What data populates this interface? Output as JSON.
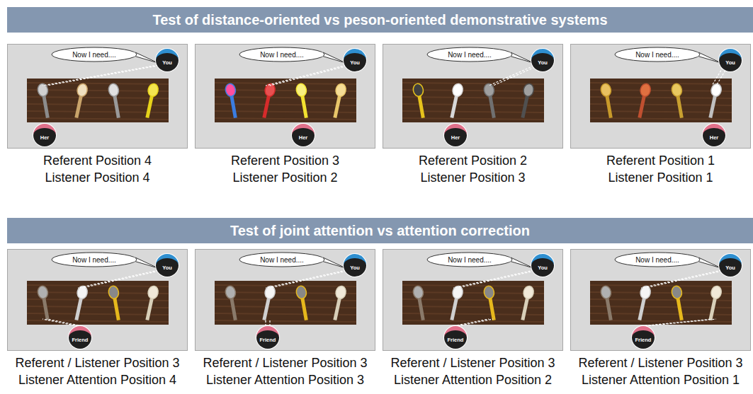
{
  "diagram": {
    "nodes": [
      {
        "text": [
          "Test of distance-oriented vs peson-oriented demonstrative systems"
        ]
      },
      {
        "text": [
          "Referent Position 4",
          "Listener Position 4"
        ]
      },
      {
        "text": [
          "Now I need...."
        ],
        "in": 1
      },
      {
        "text": [
          "You"
        ],
        "in": 1
      },
      {
        "text": [
          "Her"
        ],
        "in": 1
      },
      {
        "text": [
          "Referent Position 3",
          "Listener Position 2"
        ]
      },
      {
        "text": [
          "Now I need...."
        ],
        "in": 5
      },
      {
        "text": [
          "You"
        ],
        "in": 5
      },
      {
        "text": [
          "Her"
        ],
        "in": 5
      },
      {
        "text": [
          "Referent Position 2",
          "Listener Position 3"
        ]
      },
      {
        "text": [
          "Now I need...."
        ],
        "in": 9
      },
      {
        "text": [
          "You"
        ],
        "in": 9
      },
      {
        "text": [
          "Her"
        ],
        "in": 9
      },
      {
        "text": [
          "Referent Position 1",
          "Listener Position 1"
        ]
      },
      {
        "text": [
          "Now I need...."
        ],
        "in": 13
      },
      {
        "text": [
          "You"
        ],
        "in": 13
      },
      {
        "text": [
          "Her"
        ],
        "in": 13
      },
      {
        "text": [
          "Test of joint attention vs attention correction"
        ]
      },
      {
        "text": [
          "Referent / Listener Position 3",
          "Listener Attention Position 4"
        ]
      },
      {
        "text": [
          "Now I need...."
        ],
        "in": 18
      },
      {
        "text": [
          "You"
        ],
        "in": 18
      },
      {
        "text": [
          "Friend"
        ],
        "in": 18
      },
      {
        "text": [
          "Referent / Listener Position 3",
          "Listener Attention Position 3"
        ]
      },
      {
        "text": [
          "Now I need...."
        ],
        "in": 22
      },
      {
        "text": [
          "You"
        ],
        "in": 22
      },
      {
        "text": [
          "Friend"
        ],
        "in": 22
      },
      {
        "text": [
          "Referent / Listener Position 3",
          "Listener Attention Position 2"
        ]
      },
      {
        "text": [
          "Now I need...."
        ],
        "in": 26
      },
      {
        "text": [
          "You"
        ],
        "in": 26
      },
      {
        "text": [
          "Friend"
        ],
        "in": 26
      },
      {
        "text": [
          "Referent / Listener Position 3",
          "Listener Attention Position 1"
        ]
      },
      {
        "text": [
          "Now I need...."
        ],
        "in": 30
      },
      {
        "text": [
          "You"
        ],
        "in": 30
      },
      {
        "text": [
          "Friend"
        ],
        "in": 30
      }
    ]
  }
}
